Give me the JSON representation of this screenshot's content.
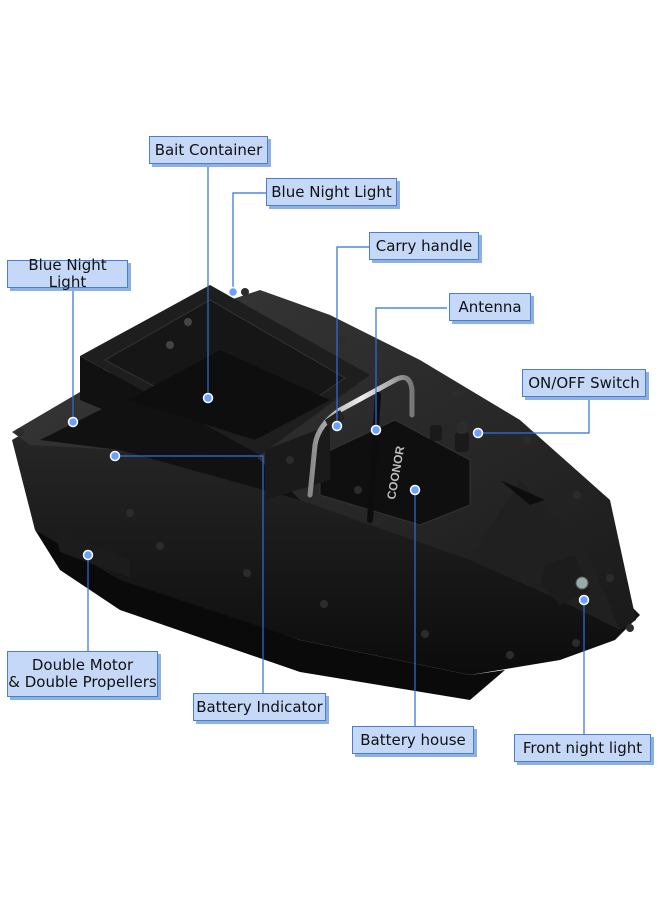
{
  "labels": {
    "bait_container": "Bait Container",
    "blue_night_light_top": "Blue Night Light",
    "carry_handle": "Carry handle",
    "blue_night_light_left": "Blue Night Light",
    "antenna": "Antenna",
    "on_off_switch": "ON/OFF Switch",
    "double_motor": "Double Motor\n& Double Propellers",
    "battery_indicator": "Battery Indicator",
    "battery_house": "Battery house",
    "front_night_light": "Front night light"
  },
  "logo_text": "COONOR",
  "colors": {
    "label_fill": "#c5d8f7",
    "label_border": "#4a7fd0",
    "leader_line": "#2f6fd8",
    "dot": "#6aa0ff",
    "hull": "#141414"
  }
}
